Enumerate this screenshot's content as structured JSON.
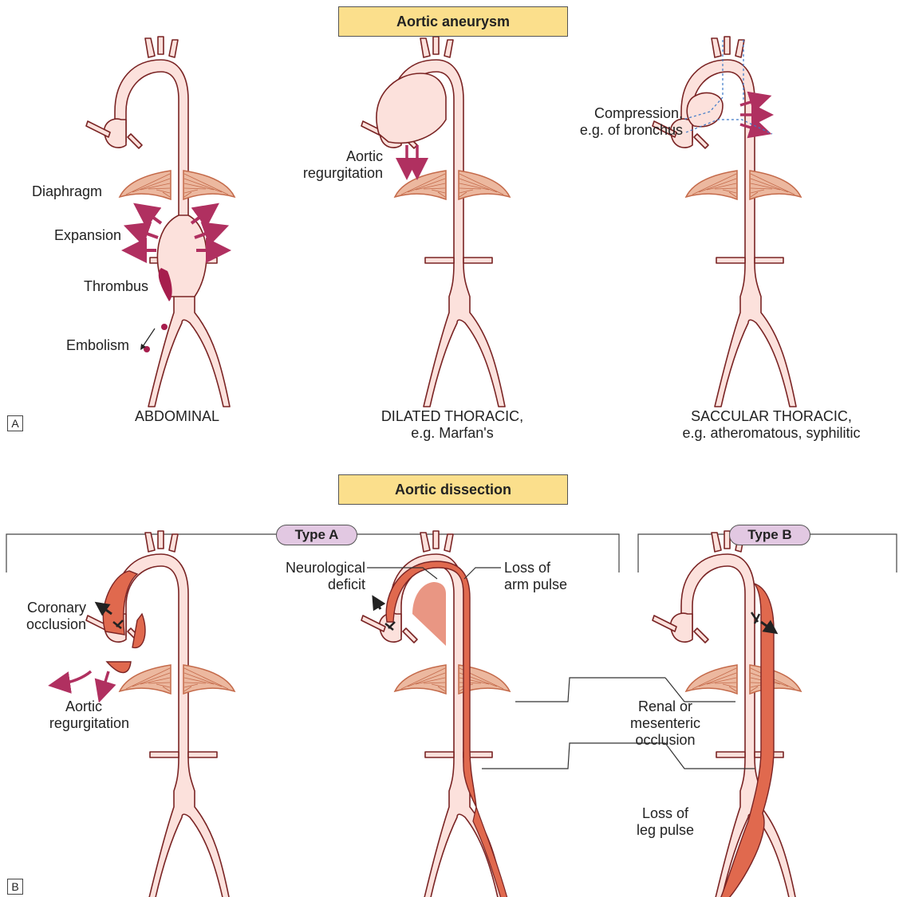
{
  "section_a": {
    "title": "Aortic aneurysm",
    "panel_label": "A",
    "abdominal": {
      "caption": "ABDOMINAL",
      "labels": {
        "diaphragm": "Diaphragm",
        "expansion": "Expansion",
        "thrombus": "Thrombus",
        "embolism": "Embolism"
      }
    },
    "dilated": {
      "caption_line1": "DILATED THORACIC,",
      "caption_line2": "e.g. Marfan's",
      "labels": {
        "regurg_line1": "Aortic",
        "regurg_line2": "regurgitation"
      }
    },
    "saccular": {
      "caption_line1": "SACCULAR THORACIC,",
      "caption_line2": "e.g. atheromatous, syphilitic",
      "labels": {
        "compression_line1": "Compression,",
        "compression_line2": "e.g. of bronchus"
      }
    }
  },
  "section_b": {
    "title": "Aortic dissection",
    "panel_label": "B",
    "type_a": "Type A",
    "type_b": "Type B",
    "labels": {
      "coronary_line1": "Coronary",
      "coronary_line2": "occlusion",
      "regurg_line1": "Aortic",
      "regurg_line2": "regurgitation",
      "neuro_line1": "Neurological",
      "neuro_line2": "deficit",
      "arm_line1": "Loss of",
      "arm_line2": "arm pulse",
      "renal_line1": "Renal or",
      "renal_line2": "mesenteric",
      "renal_line3": "occlusion",
      "leg_line1": "Loss of",
      "leg_line2": "leg pulse"
    }
  },
  "colors": {
    "aorta_fill": "#fce1dc",
    "aorta_outline": "#7a2424",
    "dissection_red": "#e0694e",
    "thrombus": "#a61e4d",
    "arrow": "#b03060",
    "diaphragm": "#ecb89f",
    "diaphragm_stroke": "#c46a4a",
    "banner_fill": "#fbdf8c",
    "pill_fill": "#e2c8e2",
    "dotted_line": "#3c78c8"
  }
}
